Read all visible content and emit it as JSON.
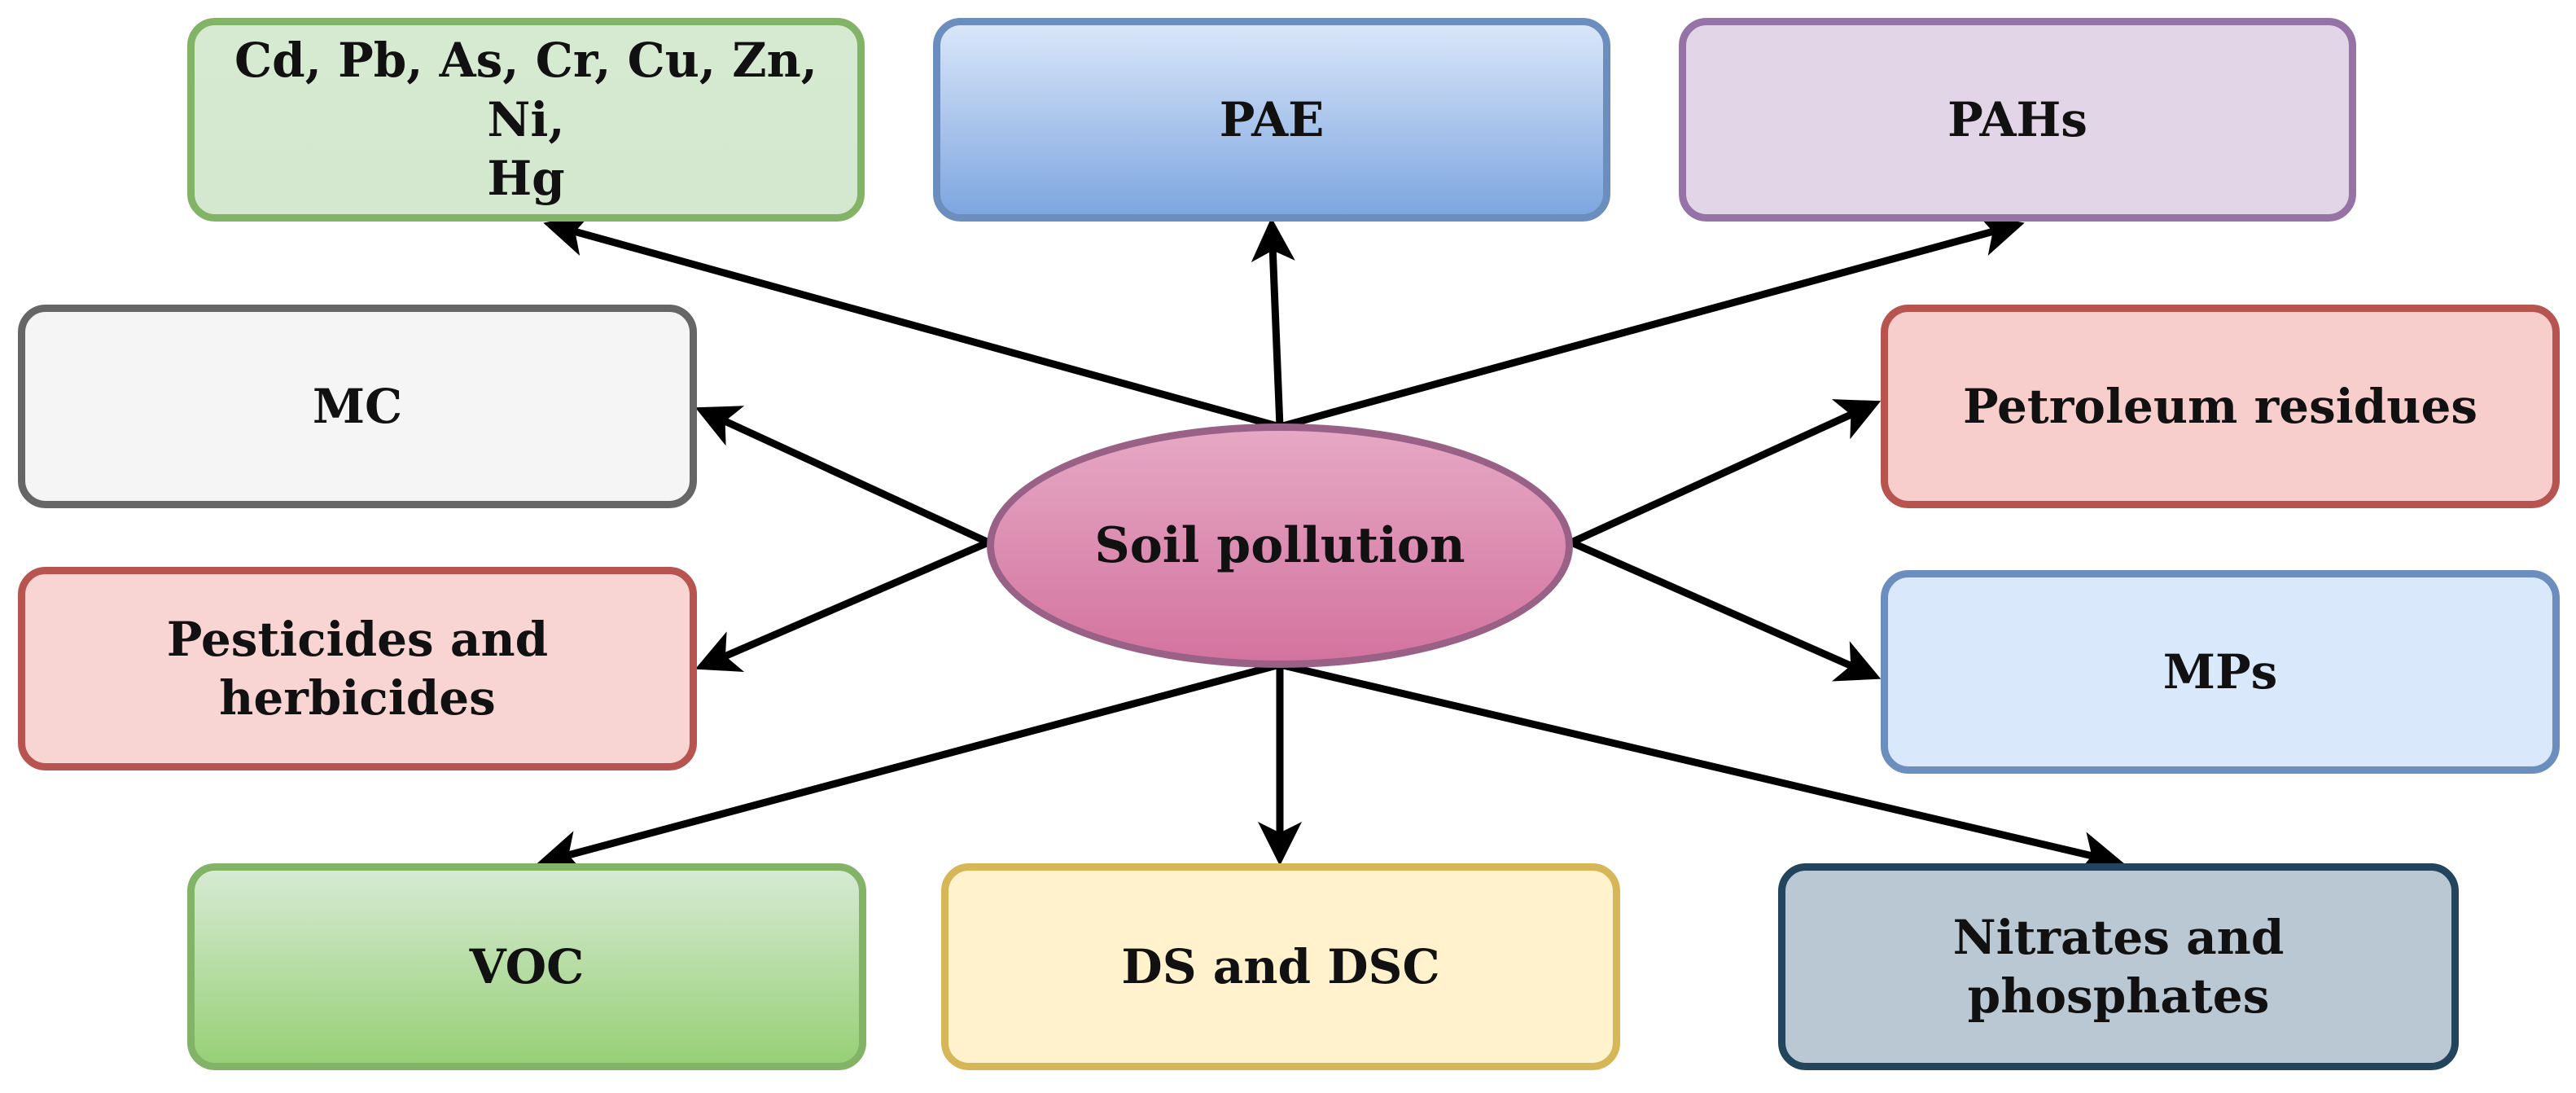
{
  "diagram": {
    "center": {
      "label": "Soil pollution"
    },
    "nodes": {
      "metals": {
        "line1": "Cd, Pb, As, Cr, Cu, Zn, Ni,",
        "line2": "Hg"
      },
      "pae": {
        "label": "PAE"
      },
      "pahs": {
        "label": "PAHs"
      },
      "mc": {
        "label": "MC"
      },
      "petroleum": {
        "label": "Petroleum residues"
      },
      "pesticides": {
        "label": "Pesticides and herbicides"
      },
      "mps": {
        "label": "MPs"
      },
      "voc": {
        "label": "VOC"
      },
      "ds": {
        "label": "DS and DSC"
      },
      "nitrates": {
        "label": "Nitrates and phosphates"
      }
    },
    "colors": {
      "arrow": "#000000",
      "center_fill": "#d3739f",
      "center_border": "#996185"
    }
  }
}
